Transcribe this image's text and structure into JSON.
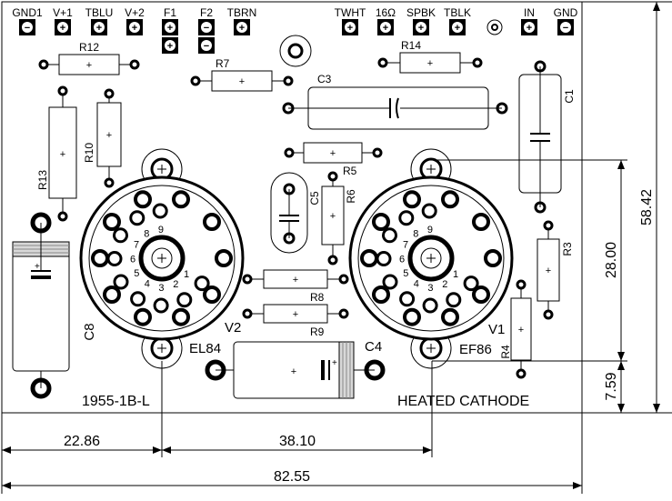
{
  "terminals": [
    {
      "label": "GND1",
      "pad": "minus"
    },
    {
      "label": "V+1",
      "pad": "plus"
    },
    {
      "label": "TBLU",
      "pad": "plus"
    },
    {
      "label": "V+2",
      "pad": "plus"
    },
    {
      "label": "F1",
      "pad": "plus"
    },
    {
      "label": "F2",
      "pad": "minus"
    },
    {
      "label": "TBRN",
      "pad": "plus"
    },
    {
      "label": "TWHT",
      "pad": "plus"
    },
    {
      "label": "16Ω",
      "pad": "plus"
    },
    {
      "label": "SPBK",
      "pad": "plus"
    },
    {
      "label": "TBLK",
      "pad": "plus"
    },
    {
      "label": "IN",
      "pad": "plus"
    },
    {
      "label": "GND",
      "pad": "minus"
    }
  ],
  "components": {
    "r12": "R12",
    "r7": "R7",
    "r14": "R14",
    "r13": "R13",
    "r10": "R10",
    "c3": "C3",
    "c1": "C1",
    "r5": "R5",
    "c5": "C5",
    "r6": "R6",
    "r8": "R8",
    "r9": "R9",
    "r3": "R3",
    "r4": "R4",
    "c8": "C8",
    "c4": "C4",
    "v1": "V1",
    "v2": "V2"
  },
  "tubes": {
    "left": {
      "name": "EL84",
      "ref": "V2",
      "pins": [
        "1",
        "2",
        "3",
        "4",
        "5",
        "6",
        "7",
        "8",
        "9"
      ]
    },
    "right": {
      "name": "EF86",
      "ref": "V1",
      "pins": [
        "1",
        "2",
        "3",
        "4",
        "5",
        "6",
        "7",
        "8",
        "9"
      ]
    }
  },
  "board_text": {
    "left_label": "1955-1B-L",
    "right_label": "HEATED CATHODE"
  },
  "dimensions": {
    "d_22_86": "22.86",
    "d_38_10": "38.10",
    "d_82_55": "82.55",
    "d_58_42": "58.42",
    "d_28_00": "28.00",
    "d_7_59": "7.59"
  }
}
